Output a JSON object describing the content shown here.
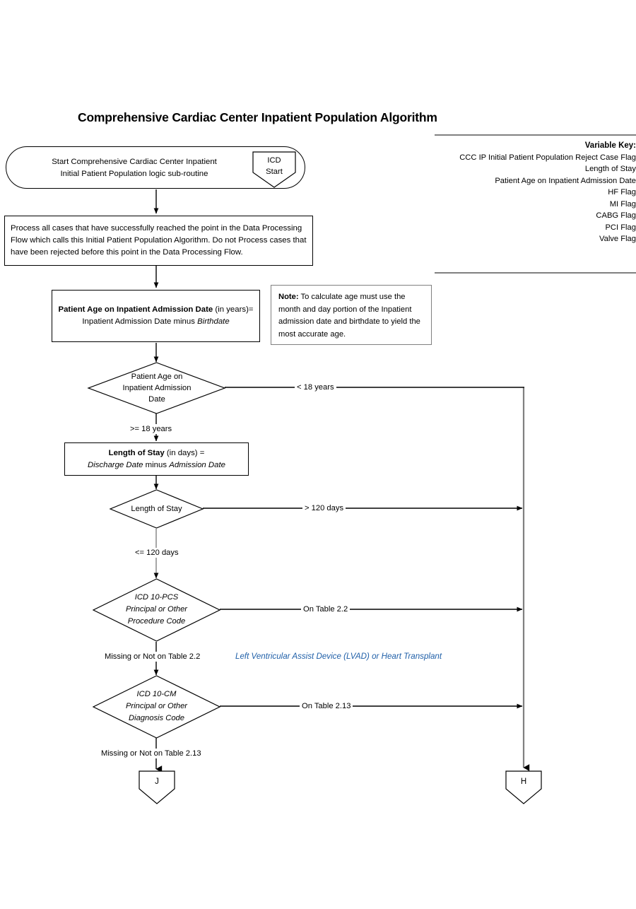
{
  "page": {
    "title": "Comprehensive Cardiac Center Inpatient Population Algorithm"
  },
  "variable_key": {
    "heading": "Variable Key:",
    "items": [
      "CCC IP Initial Patient Population Reject Case Flag",
      "Length of Stay",
      "Patient Age on Inpatient Admission Date",
      "HF Flag",
      "MI Flag",
      "CABG Flag",
      "PCI Flag",
      "Valve Flag"
    ]
  },
  "nodes": {
    "start_terminator": {
      "line1": "Start Comprehensive Cardiac Center Inpatient",
      "line2": "Initial Patient Population logic sub-routine"
    },
    "icd_start_connector": {
      "line1": "ICD",
      "line2": "Start"
    },
    "process_all_cases": {
      "line1": "Process all cases that have successfully reached the point in the Data Processing",
      "line2": "Flow which calls this Initial Patient Population Algorithm.  Do not Process cases that",
      "line3": "have been rejected before this point in the Data Processing Flow."
    },
    "patient_age_calc": {
      "line1_bold": "Patient Age on Inpatient Admission Date",
      "line1_rest": " (in years)=",
      "line2_plain": "Inpatient Admission Date minus ",
      "line2_italic": "Birthdate"
    },
    "age_note": {
      "label": "Note:",
      "line1": "  To calculate age must use the",
      "line2": "month and day portion of the Inpatient",
      "line3": "admission date and birthdate to yield the",
      "line4": "most accurate age."
    },
    "age_decision": {
      "line1": "Patient Age on",
      "line2": "Inpatient Admission",
      "line3": "Date"
    },
    "los_calc": {
      "line1_bold": "Length of Stay",
      "line1_rest": " (in days) =",
      "line2_italic_a": "Discharge Date",
      "line2_plain": " minus ",
      "line2_italic_b": "Admission Date"
    },
    "los_decision": {
      "line1": "Length of Stay"
    },
    "pcs_decision": {
      "line1": "ICD 10-PCS",
      "line2": "Principal or Other",
      "line3": "Procedure Code"
    },
    "cm_decision": {
      "line1": "ICD 10-CM",
      "line2": "Principal or Other",
      "line3": "Diagnosis Code"
    },
    "connector_j": {
      "label": "J"
    },
    "connector_h": {
      "label": "H"
    }
  },
  "edge_labels": {
    "age_yes": ">= 18 years",
    "age_no": "< 18 years",
    "los_ok": "<= 120 days",
    "los_reject": "> 120 days",
    "pcs_on_table": "On Table 2.2",
    "pcs_missing": "Missing or Not on Table 2.2",
    "cm_on_table": "On Table 2.13",
    "cm_missing": "Missing or Not on Table 2.13"
  },
  "annotations": {
    "lvad": "Left Ventricular Assist Device (LVAD) or Heart Transplant"
  },
  "colors": {
    "stroke": "#000000",
    "gray_stroke": "#808080",
    "annotation_blue": "#1f5fa8",
    "background": "#ffffff"
  }
}
